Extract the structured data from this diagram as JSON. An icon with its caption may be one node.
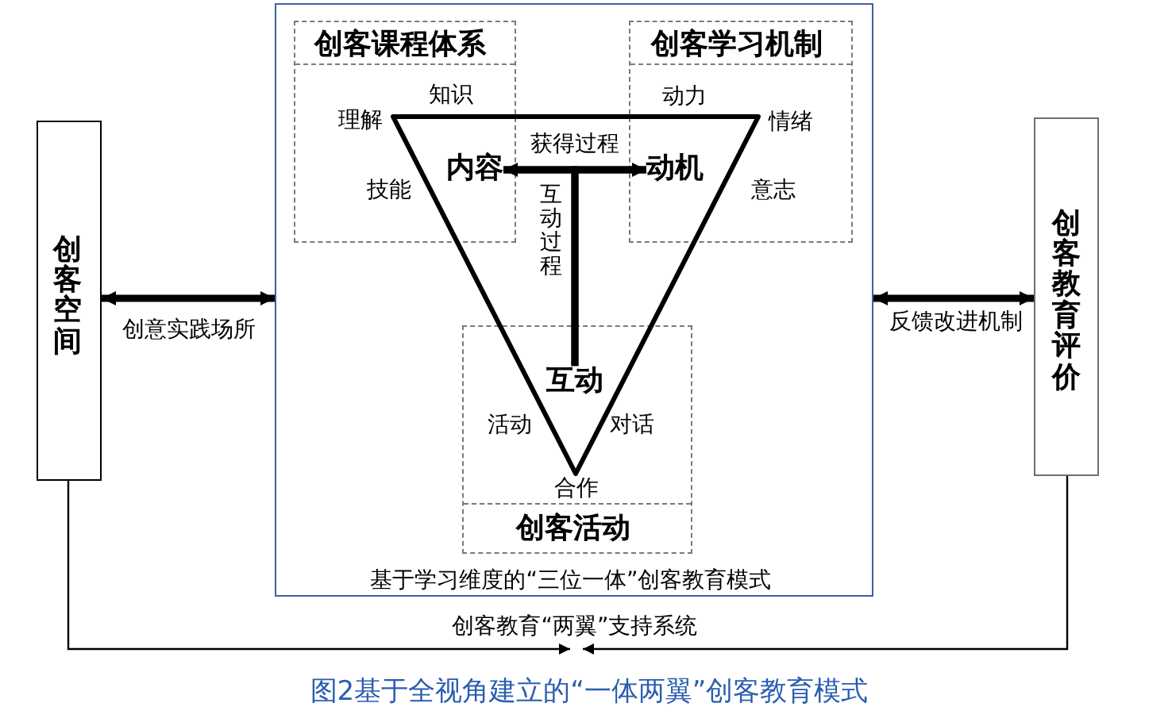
{
  "diagram": {
    "caption": "图2基于全视角建立的“一体两翼”创客教育模式",
    "nodes": [
      {
        "text": [
          "基于学习维度的“三位一体”创客教育模式"
        ]
      },
      {
        "text": [
          "创客课程体系",
          "知识",
          "理解",
          "技能"
        ],
        "in": 0
      },
      {
        "text": [
          "创客学习机制",
          "动力",
          "情绪",
          "意志"
        ],
        "in": 0
      },
      {
        "text": [
          "内容"
        ],
        "in": 1
      },
      {
        "text": [
          "动机"
        ],
        "in": 2
      },
      {
        "text": [
          "活动",
          "对话",
          "合作",
          "创客活动"
        ],
        "in": 0
      },
      {
        "text": [
          "互动"
        ],
        "in": 5
      },
      {
        "text": [
          "创客空间"
        ]
      },
      {
        "text": [
          "创客教育评价"
        ]
      }
    ],
    "edges": [
      {
        "from": 3,
        "to": 4,
        "arrow": "both",
        "label": "获得过程"
      },
      {
        "from": 3,
        "to": 6,
        "arrow": "none",
        "label": "互动过程"
      },
      {
        "from": 4,
        "to": 6,
        "arrow": "none"
      },
      {
        "from": 7,
        "to": 0,
        "arrow": "both",
        "label": "创意实践场所"
      },
      {
        "from": 0,
        "to": 8,
        "arrow": "both",
        "label": "反馈改进机制"
      },
      {
        "from": 7,
        "to": null,
        "arrow": "to",
        "label": "创客教育“两翼”支持系统"
      },
      {
        "from": 8,
        "to": null,
        "arrow": "to"
      }
    ]
  }
}
